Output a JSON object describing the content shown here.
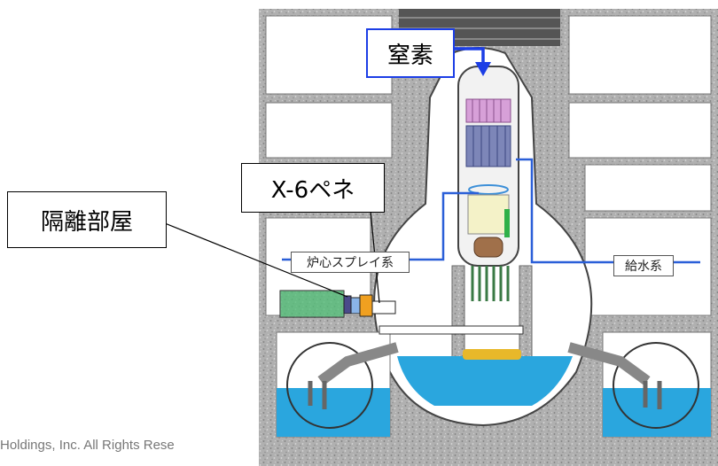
{
  "labels": {
    "nitrogen": "窒素",
    "isolation_room": "隔離部屋",
    "x6_penetration": "X-6ペネ",
    "core_spray": "炉心スプレイ系",
    "feedwater": "給水系"
  },
  "copyright": "Holdings, Inc.  All Rights Rese",
  "colors": {
    "concrete": "#a9a9a9",
    "water": "#2aa6de",
    "pipe_blue": "#2a5fd8",
    "arrow_blue": "#1c3ee6",
    "isolation_green": "#4fbf75",
    "debris_yellow": "#e8b82a"
  }
}
